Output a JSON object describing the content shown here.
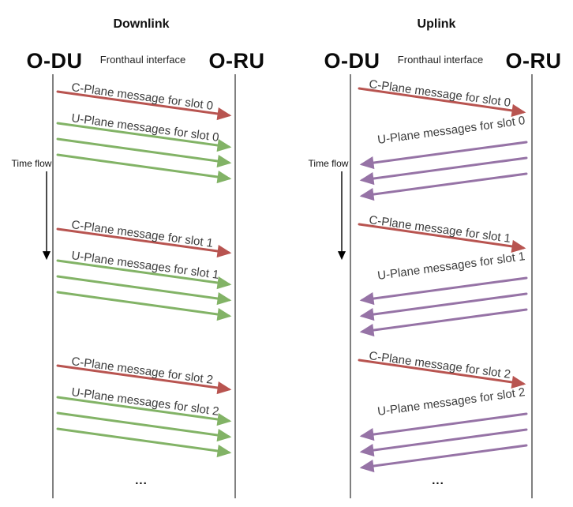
{
  "page": {
    "background": "#ffffff"
  },
  "diagrams": [
    {
      "id": "downlink",
      "title": "Downlink",
      "left_actor": "O-DU",
      "right_actor": "O-RU",
      "interface_label": "Fronthaul interface",
      "time_flow_label": "Time flow",
      "ellipsis": "...",
      "uplane_direction": "left-to-right",
      "colors": {
        "cplane": "#b85450",
        "uplane": "#82b366",
        "lifeline": "#000000",
        "timeflow": "#000000"
      },
      "slots": [
        {
          "cplane_label": "C-Plane message for slot 0",
          "uplane_label": "U-Plane messages for slot 0",
          "uplane_arrows": 3
        },
        {
          "cplane_label": "C-Plane message for slot 1",
          "uplane_label": "U-Plane messages for slot 1",
          "uplane_arrows": 3
        },
        {
          "cplane_label": "C-Plane message for slot 2",
          "uplane_label": "U-Plane messages for slot 2",
          "uplane_arrows": 3
        }
      ]
    },
    {
      "id": "uplink",
      "title": "Uplink",
      "left_actor": "O-DU",
      "right_actor": "O-RU",
      "interface_label": "Fronthaul interface",
      "time_flow_label": "Time flow",
      "ellipsis": "...",
      "uplane_direction": "right-to-left",
      "colors": {
        "cplane": "#b85450",
        "uplane": "#9673a6",
        "lifeline": "#000000",
        "timeflow": "#000000"
      },
      "slots": [
        {
          "cplane_label": "C-Plane message for slot 0",
          "uplane_label": "U-Plane messages for slot 0",
          "uplane_arrows": 3
        },
        {
          "cplane_label": "C-Plane message for slot 1",
          "uplane_label": "U-Plane messages for slot 1",
          "uplane_arrows": 3
        },
        {
          "cplane_label": "C-Plane message for slot 2",
          "uplane_label": "U-Plane messages for slot 2",
          "uplane_arrows": 3
        }
      ]
    }
  ]
}
